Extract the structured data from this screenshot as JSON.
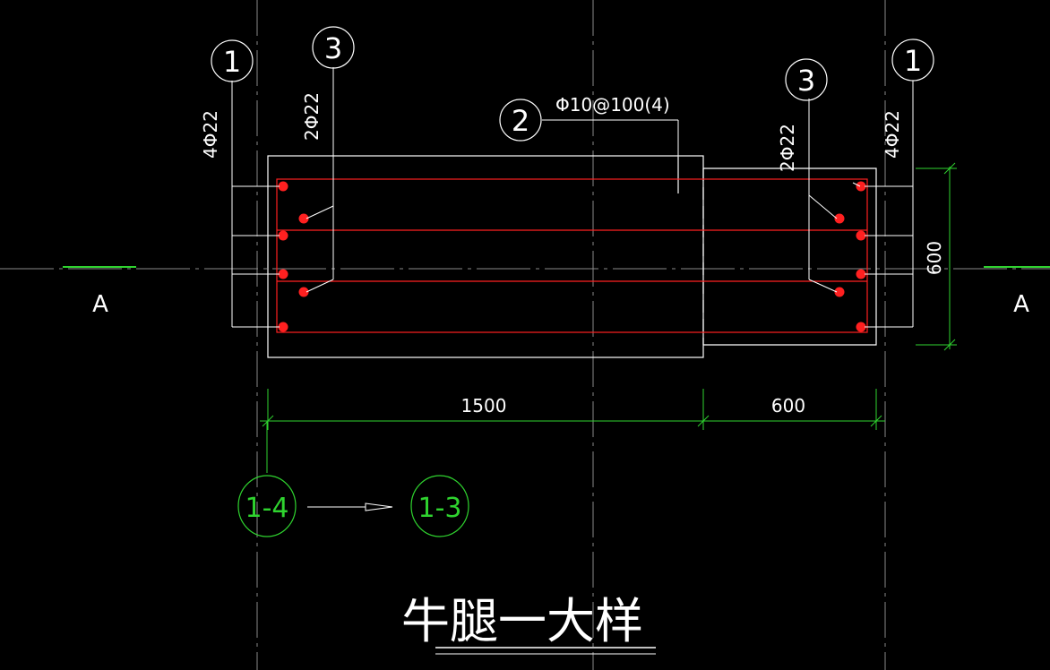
{
  "colors": {
    "background": "#000000",
    "outline": "#ffffff",
    "rebar": "#ff2020",
    "dimension": "#2fd32f",
    "gridline": "#8a8a8a"
  },
  "title": "牛腿一大样",
  "section_marks": {
    "left": "A",
    "right": "A"
  },
  "rebar_tags": {
    "left_1": "1",
    "left_3": "3",
    "center_2": "2",
    "right_3": "3",
    "right_1": "1"
  },
  "rebar_specs": {
    "left_4phi22": "4Φ22",
    "left_2phi22": "2Φ22",
    "stirrup": "Φ10@100(4)",
    "right_2phi22": "2Φ22",
    "right_4phi22": "4Φ22"
  },
  "dimensions": {
    "length_main": "1500",
    "length_corbel": "600",
    "height": "600"
  },
  "axis_refs": {
    "from": "1-4",
    "to": "1-3"
  }
}
